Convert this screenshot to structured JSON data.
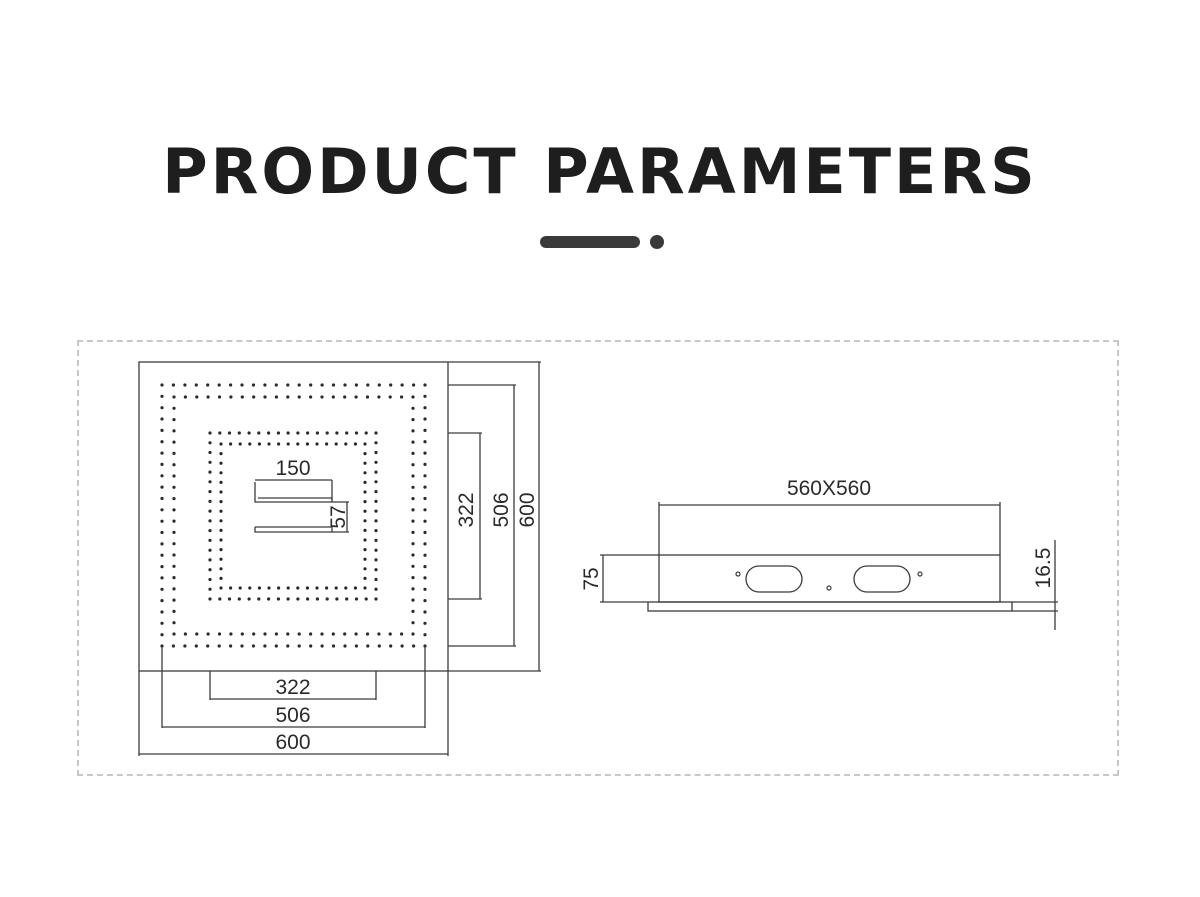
{
  "header": {
    "title": "PRODUCT PARAMETERS"
  },
  "top_view": {
    "dim_width_outer": "600",
    "dim_width_mid": "506",
    "dim_width_inner": "322",
    "dim_height_outer": "600",
    "dim_height_mid": "506",
    "dim_height_inner": "322",
    "dim_slot_length": "150",
    "dim_slot_gap": "57"
  },
  "side_view": {
    "dim_body": "560X560",
    "dim_height": "75",
    "dim_flange": "16.5"
  },
  "colors": {
    "title": "#1e1e1e",
    "line": "#3c3c3c",
    "frame": "#c8c8c8"
  }
}
